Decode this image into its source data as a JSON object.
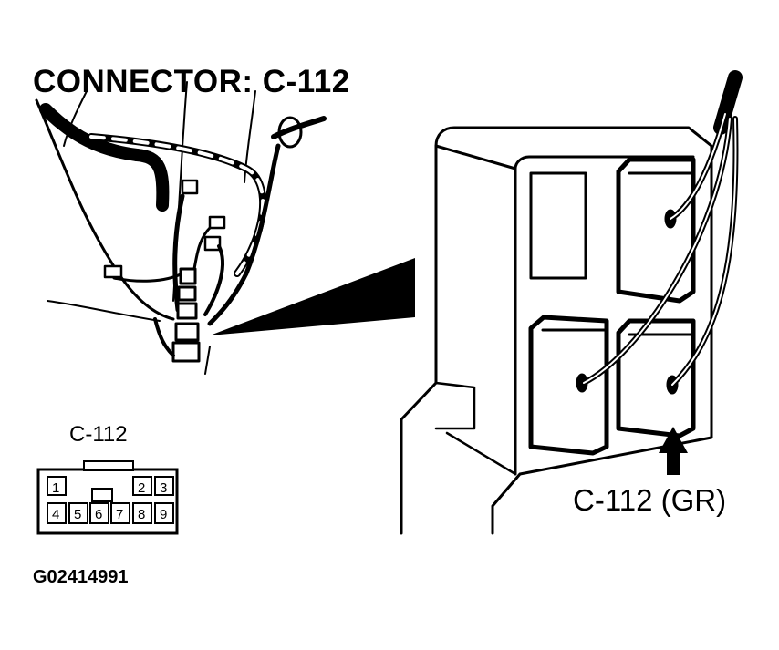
{
  "title": "CONNECTOR: C-112",
  "connector_face": {
    "label": "C-112",
    "top_pins": [
      "1",
      "2",
      "3"
    ],
    "bottom_pins": [
      "4",
      "5",
      "6",
      "7",
      "8",
      "9"
    ]
  },
  "callout_label": "C-112 (GR)",
  "figure_id": "G02414991"
}
